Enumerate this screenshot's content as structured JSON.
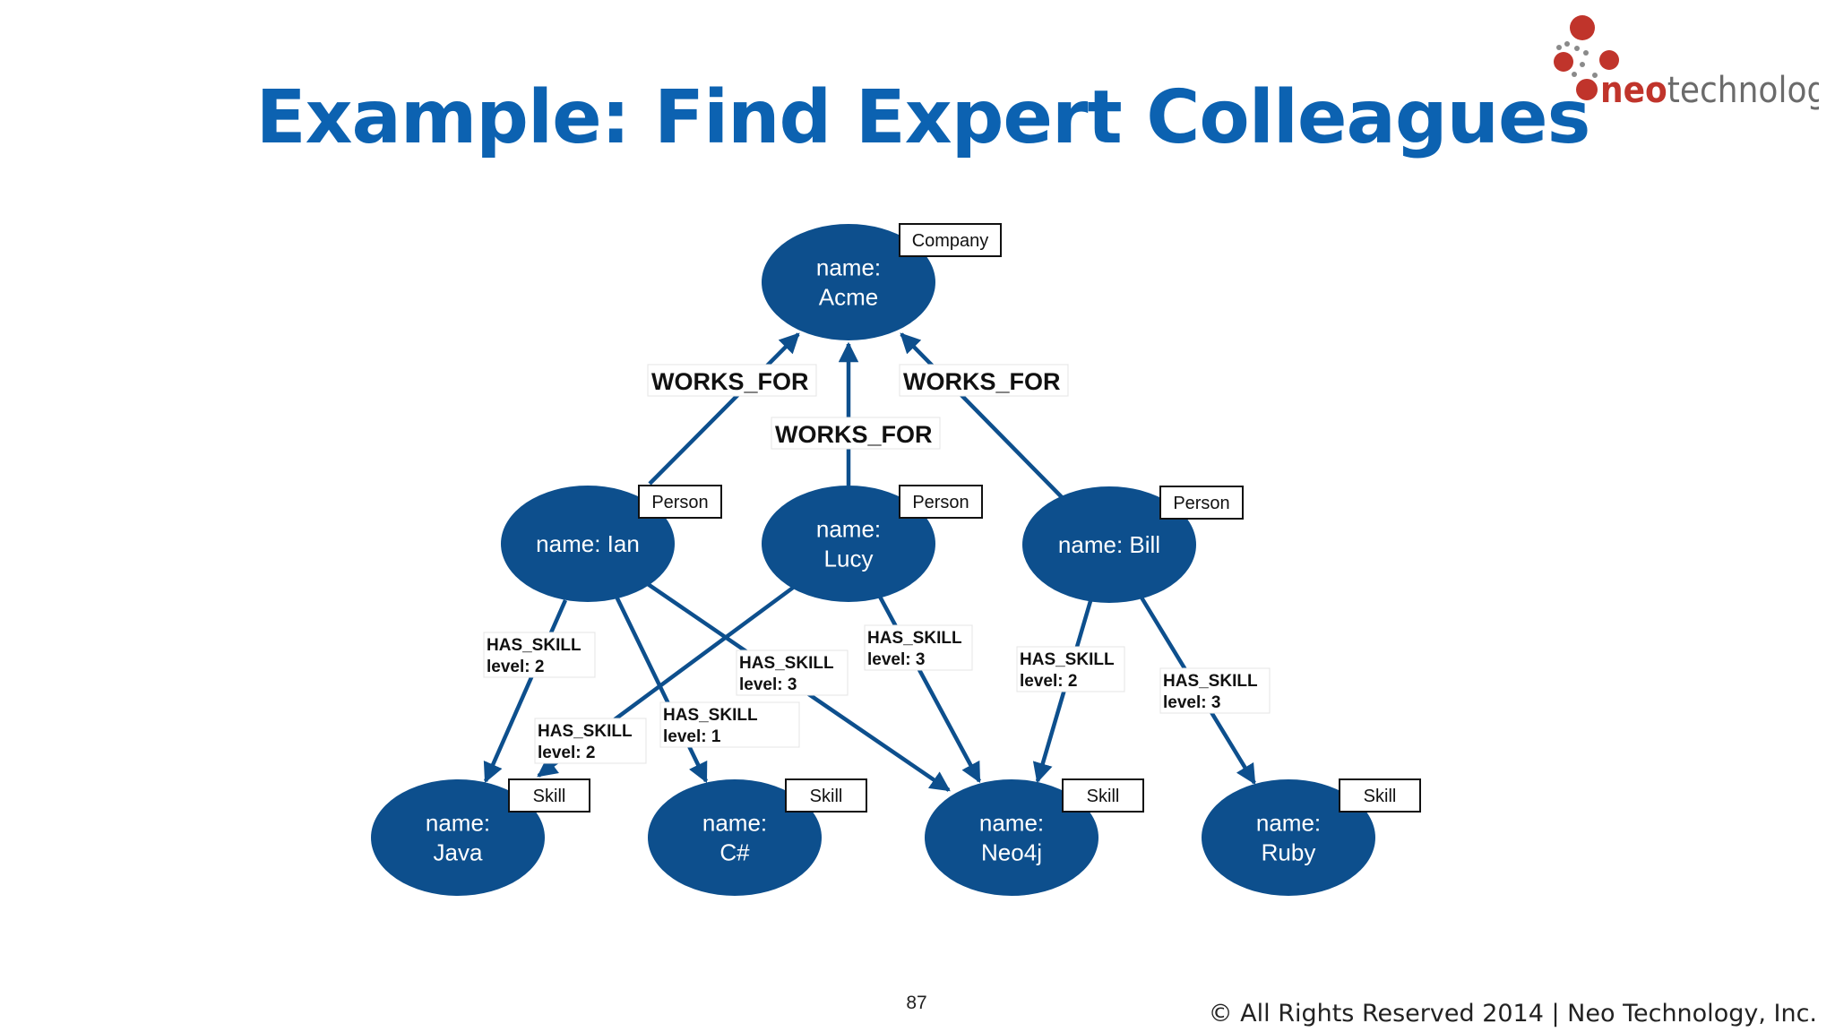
{
  "title": "Example: Find Expert Colleagues",
  "logo": {
    "text_neo": "neo",
    "text_tech": "technology"
  },
  "page_number": "87",
  "copyright": "© All Rights Reserved 2014 | Neo Technology, Inc.",
  "colors": {
    "title": "#0c62b1",
    "node": "#0d4f8d",
    "edge": "#0d4f8d",
    "logo_red": "#c0342b",
    "logo_gray": "#6b6b6b"
  },
  "nodes": [
    {
      "id": "acme",
      "lines": [
        "name:",
        "Acme"
      ],
      "label": "Company"
    },
    {
      "id": "ian",
      "lines": [
        "name: Ian"
      ],
      "label": "Person"
    },
    {
      "id": "lucy",
      "lines": [
        "name:",
        "Lucy"
      ],
      "label": "Person"
    },
    {
      "id": "bill",
      "lines": [
        "name: Bill"
      ],
      "label": "Person"
    },
    {
      "id": "java",
      "lines": [
        "name:",
        "Java"
      ],
      "label": "Skill"
    },
    {
      "id": "csharp",
      "lines": [
        "name:",
        "C#"
      ],
      "label": "Skill"
    },
    {
      "id": "neo4j",
      "lines": [
        "name:",
        "Neo4j"
      ],
      "label": "Skill"
    },
    {
      "id": "ruby",
      "lines": [
        "name:",
        "Ruby"
      ],
      "label": "Skill"
    }
  ],
  "edges": [
    {
      "from": "ian",
      "to": "acme",
      "type": "WORKS_FOR"
    },
    {
      "from": "lucy",
      "to": "acme",
      "type": "WORKS_FOR"
    },
    {
      "from": "bill",
      "to": "acme",
      "type": "WORKS_FOR"
    },
    {
      "from": "ian",
      "to": "java",
      "type": "HAS_SKILL",
      "property": "level: 2"
    },
    {
      "from": "ian",
      "to": "csharp",
      "type": "HAS_SKILL",
      "property": "level: 1"
    },
    {
      "from": "ian",
      "to": "neo4j",
      "type": "HAS_SKILL",
      "property": "level: 3"
    },
    {
      "from": "lucy",
      "to": "java",
      "type": "HAS_SKILL",
      "property": "level: 2"
    },
    {
      "from": "lucy",
      "to": "neo4j",
      "type": "HAS_SKILL",
      "property": "level: 3"
    },
    {
      "from": "bill",
      "to": "neo4j",
      "type": "HAS_SKILL",
      "property": "level: 2"
    },
    {
      "from": "bill",
      "to": "ruby",
      "type": "HAS_SKILL",
      "property": "level: 3"
    }
  ]
}
